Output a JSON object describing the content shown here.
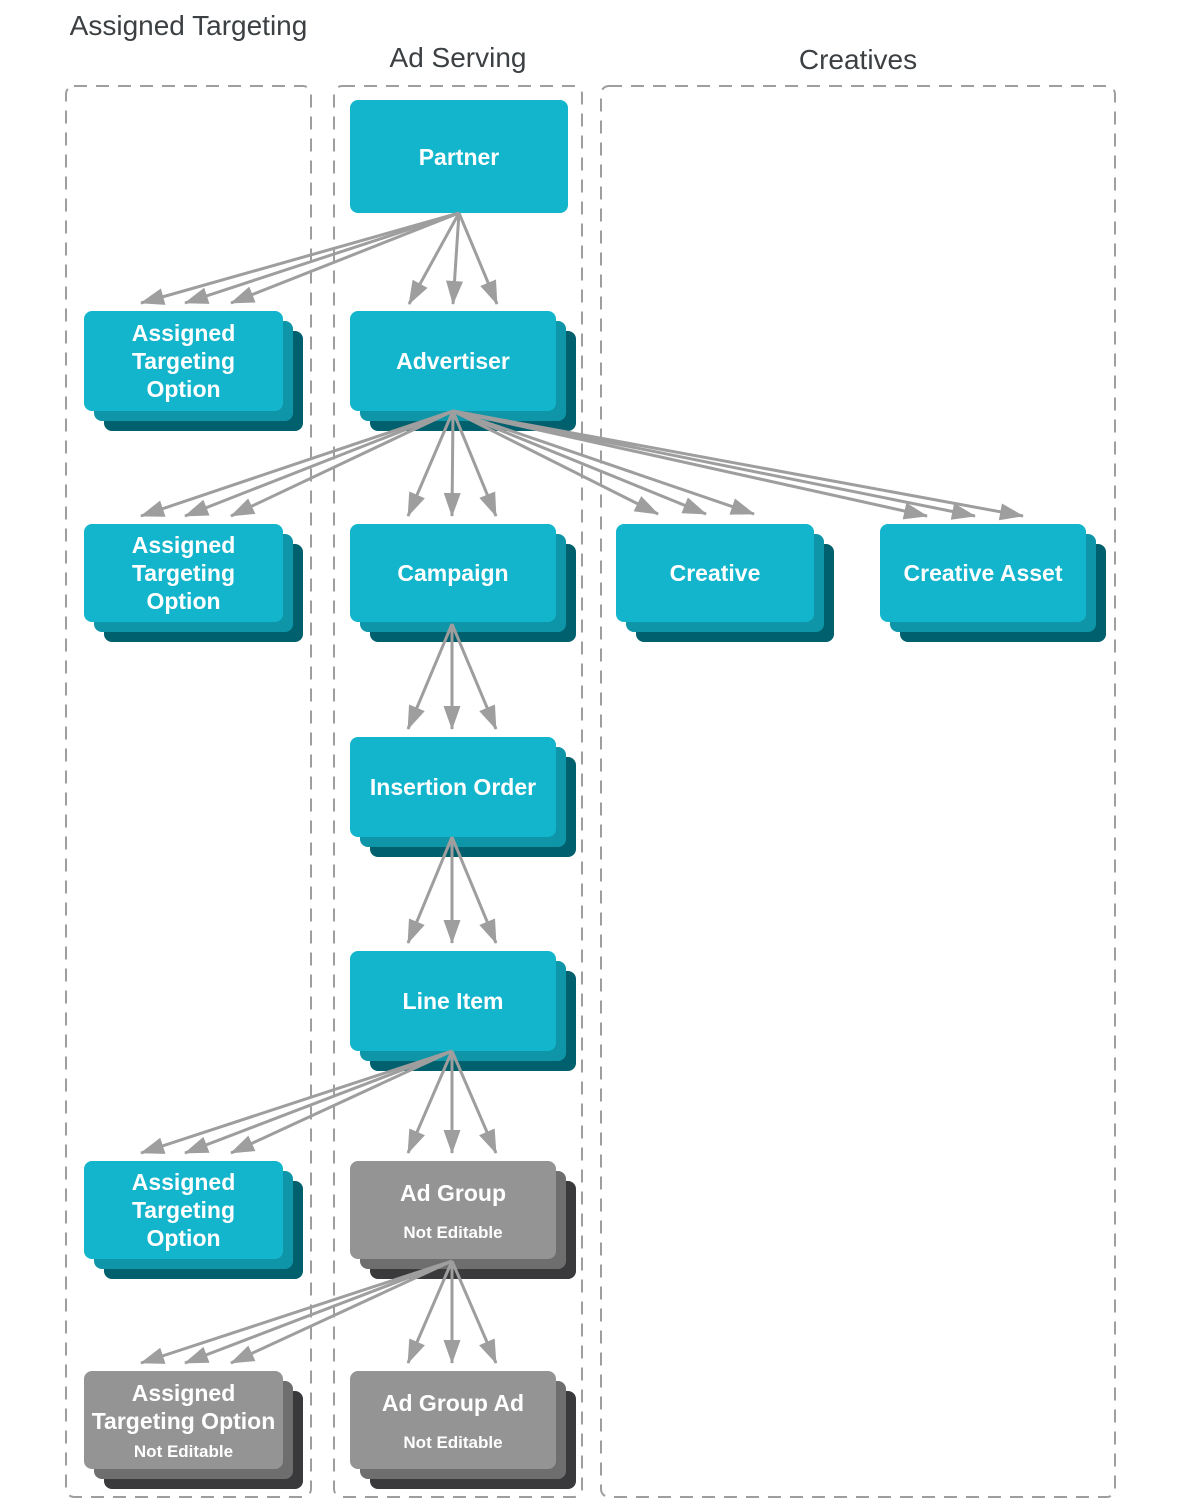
{
  "columns": [
    {
      "title": "Assigned Targeting"
    },
    {
      "title": "Ad Serving"
    },
    {
      "title": "Creatives"
    }
  ],
  "nodes": {
    "partner": {
      "label": "Partner"
    },
    "ato_partner": {
      "label": "Assigned\nTargeting\nOption"
    },
    "advertiser": {
      "label": "Advertiser"
    },
    "ato_advertiser": {
      "label": "Assigned\nTargeting\nOption"
    },
    "campaign": {
      "label": "Campaign"
    },
    "creative": {
      "label": "Creative"
    },
    "creative_asset": {
      "label": "Creative Asset"
    },
    "insertion_order": {
      "label": "Insertion Order"
    },
    "line_item": {
      "label": "Line Item"
    },
    "ato_line_item": {
      "label": "Assigned\nTargeting\nOption"
    },
    "ad_group": {
      "label": "Ad Group",
      "sublabel": "Not Editable"
    },
    "ato_ad_group": {
      "label": "Assigned\nTargeting Option",
      "sublabel": "Not Editable"
    },
    "ad_group_ad": {
      "label": "Ad Group Ad",
      "sublabel": "Not Editable"
    }
  },
  "colors": {
    "teal_front": "#12b5cb",
    "teal_mid": "#0e96a8",
    "teal_dark": "#01606d",
    "gray_front": "#949494",
    "gray_mid": "#6e6e6e",
    "gray_dark": "#3a3a3c",
    "arrow": "#9e9e9e",
    "border_dash": "#9e9e9e",
    "header_text": "#3c4043",
    "label_text": "#ffffff",
    "background": "#ffffff"
  }
}
